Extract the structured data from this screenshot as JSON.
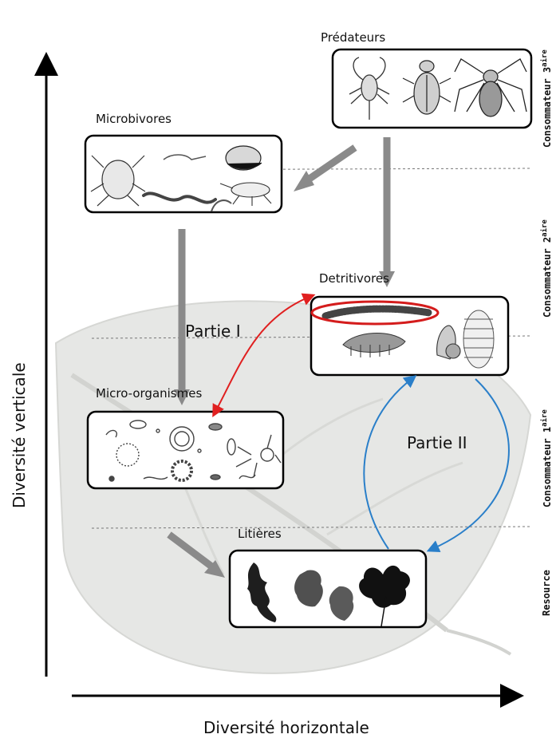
{
  "axes": {
    "y_label": "Diversité verticale",
    "x_label": "Diversité horizontale"
  },
  "levels": [
    {
      "id": "tertiary",
      "base": "Consommateur 3",
      "sup": "aire"
    },
    {
      "id": "secondary",
      "base": "Consommateur 2",
      "sup": "aire"
    },
    {
      "id": "primary",
      "base": "Consommateur 1",
      "sup": "aire"
    },
    {
      "id": "resource",
      "base": "Resource",
      "sup": ""
    }
  ],
  "groups": {
    "predateurs": "Prédateurs",
    "microbivores": "Microbivores",
    "detritivores": "Detritivores",
    "microorganismes": "Micro-organismes",
    "litieres": "Litières"
  },
  "parts": {
    "part1": "Partie I",
    "part2": "Partie II"
  },
  "colors": {
    "arrow_grey": "#8a8a8a",
    "part1_red": "#e02020",
    "part2_blue": "#2a7fc9",
    "highlight_red": "#d41c1c"
  }
}
